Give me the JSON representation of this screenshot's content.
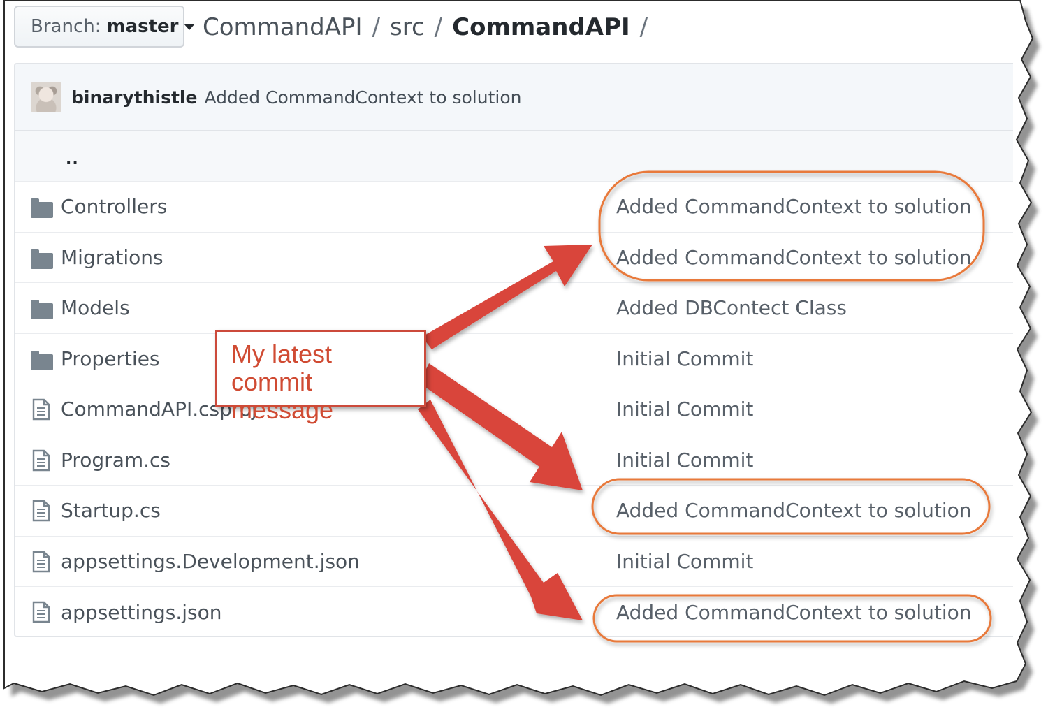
{
  "branch": {
    "label": "Branch:",
    "value": "master"
  },
  "breadcrumb": [
    {
      "text": "CommandAPI",
      "kind": "link"
    },
    {
      "text": "src",
      "kind": "link"
    },
    {
      "text": "CommandAPI",
      "kind": "current"
    }
  ],
  "breadcrumb_separator": "/",
  "latest_commit": {
    "author": "binarythistle",
    "message": "Added CommandContext to solution"
  },
  "parent_dir": "..",
  "files": [
    {
      "name": "Controllers",
      "type": "folder",
      "commit": "Added CommandContext to solution"
    },
    {
      "name": "Migrations",
      "type": "folder",
      "commit": "Added CommandContext to solution"
    },
    {
      "name": "Models",
      "type": "folder",
      "commit": "Added DBContect Class"
    },
    {
      "name": "Properties",
      "type": "folder",
      "commit": "Initial Commit"
    },
    {
      "name": "CommandAPI.csproj",
      "type": "file",
      "commit": "Initial Commit"
    },
    {
      "name": "Program.cs",
      "type": "file",
      "commit": "Initial Commit"
    },
    {
      "name": "Startup.cs",
      "type": "file",
      "commit": "Added CommandContext to solution"
    },
    {
      "name": "appsettings.Development.json",
      "type": "file",
      "commit": "Initial Commit"
    },
    {
      "name": "appsettings.json",
      "type": "file",
      "commit": "Added CommandContext to solution"
    }
  ],
  "annotation": {
    "callout_lines": [
      "My latest commit",
      "message"
    ],
    "arrow_color": "#d9453a",
    "highlight_color": "#e8793a",
    "callout_text_color": "#d04b33"
  },
  "colors": {
    "link": "#4a525a",
    "commit_bar_bg": "#f4f7fa",
    "border": "#e1e4e8"
  }
}
